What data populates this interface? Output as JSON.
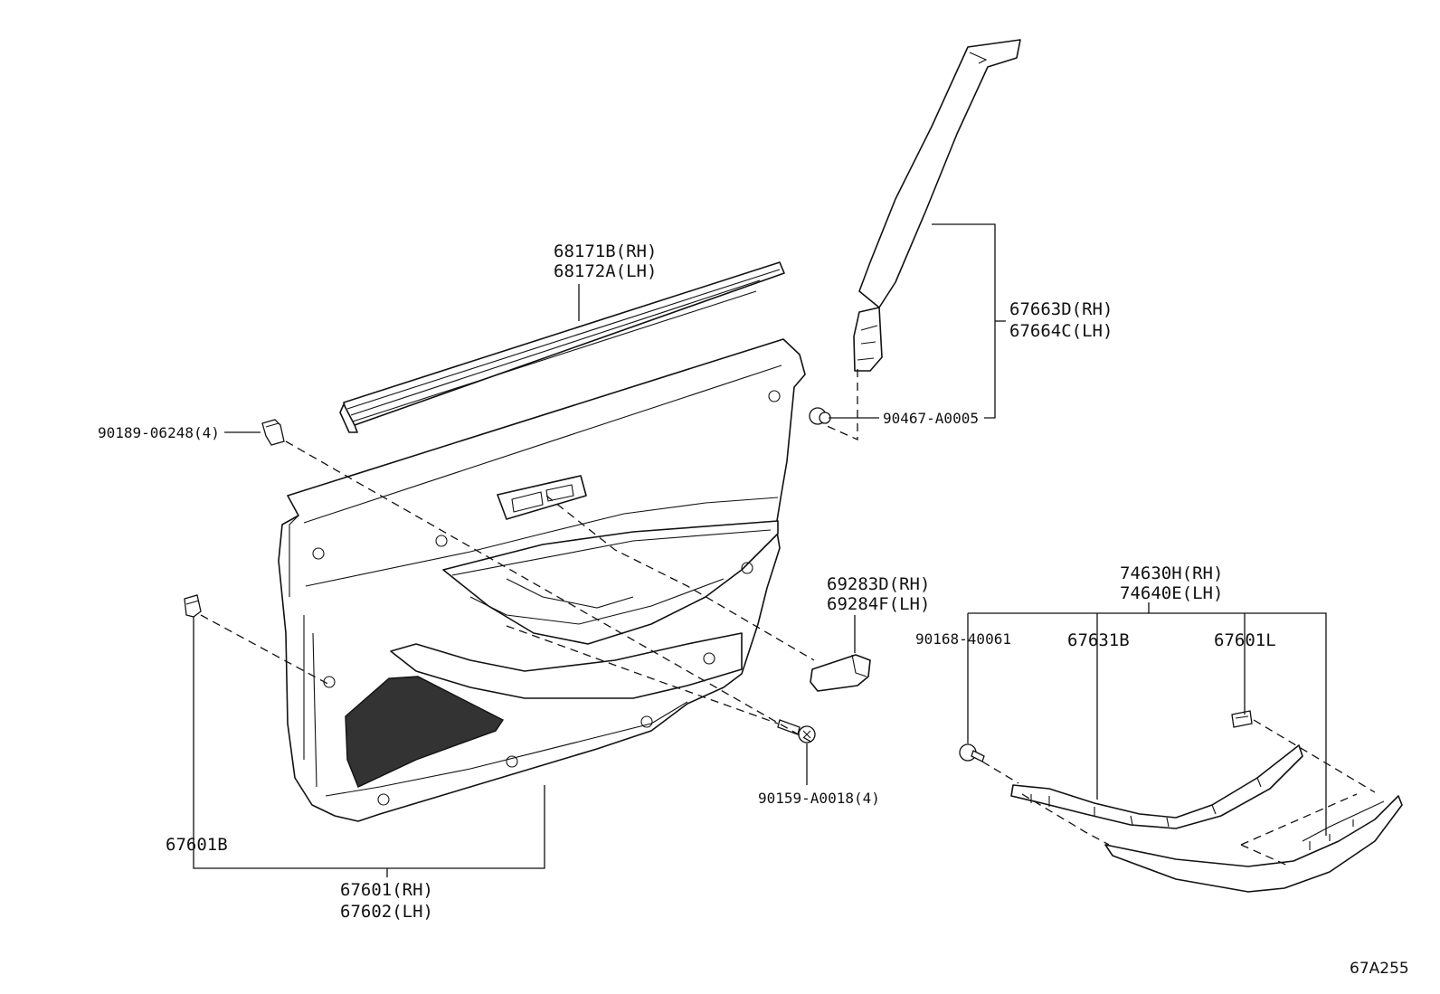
{
  "labels": {
    "weatherstrip": [
      "68171B(RH)",
      "68172A(LH)"
    ],
    "pillar_garnish": [
      "67663D(RH)",
      "67664C(LH)"
    ],
    "clip_90467": "90467-A0005",
    "clip_90189": "90189-06248(4)",
    "clip_67601b": "67601B",
    "door_panel": [
      "67601(RH)",
      "67602(LH)"
    ],
    "screw_90159": "90159-A0018(4)",
    "handle_cover": [
      "69283D(RH)",
      "69284F(LH)"
    ],
    "armrest_assy": [
      "74630H(RH)",
      "74640E(LH)"
    ],
    "screw_90168": "90168-40061",
    "base_67631b": "67631B",
    "clip_67601l": "67601L",
    "diagram_ref": "67A255"
  }
}
